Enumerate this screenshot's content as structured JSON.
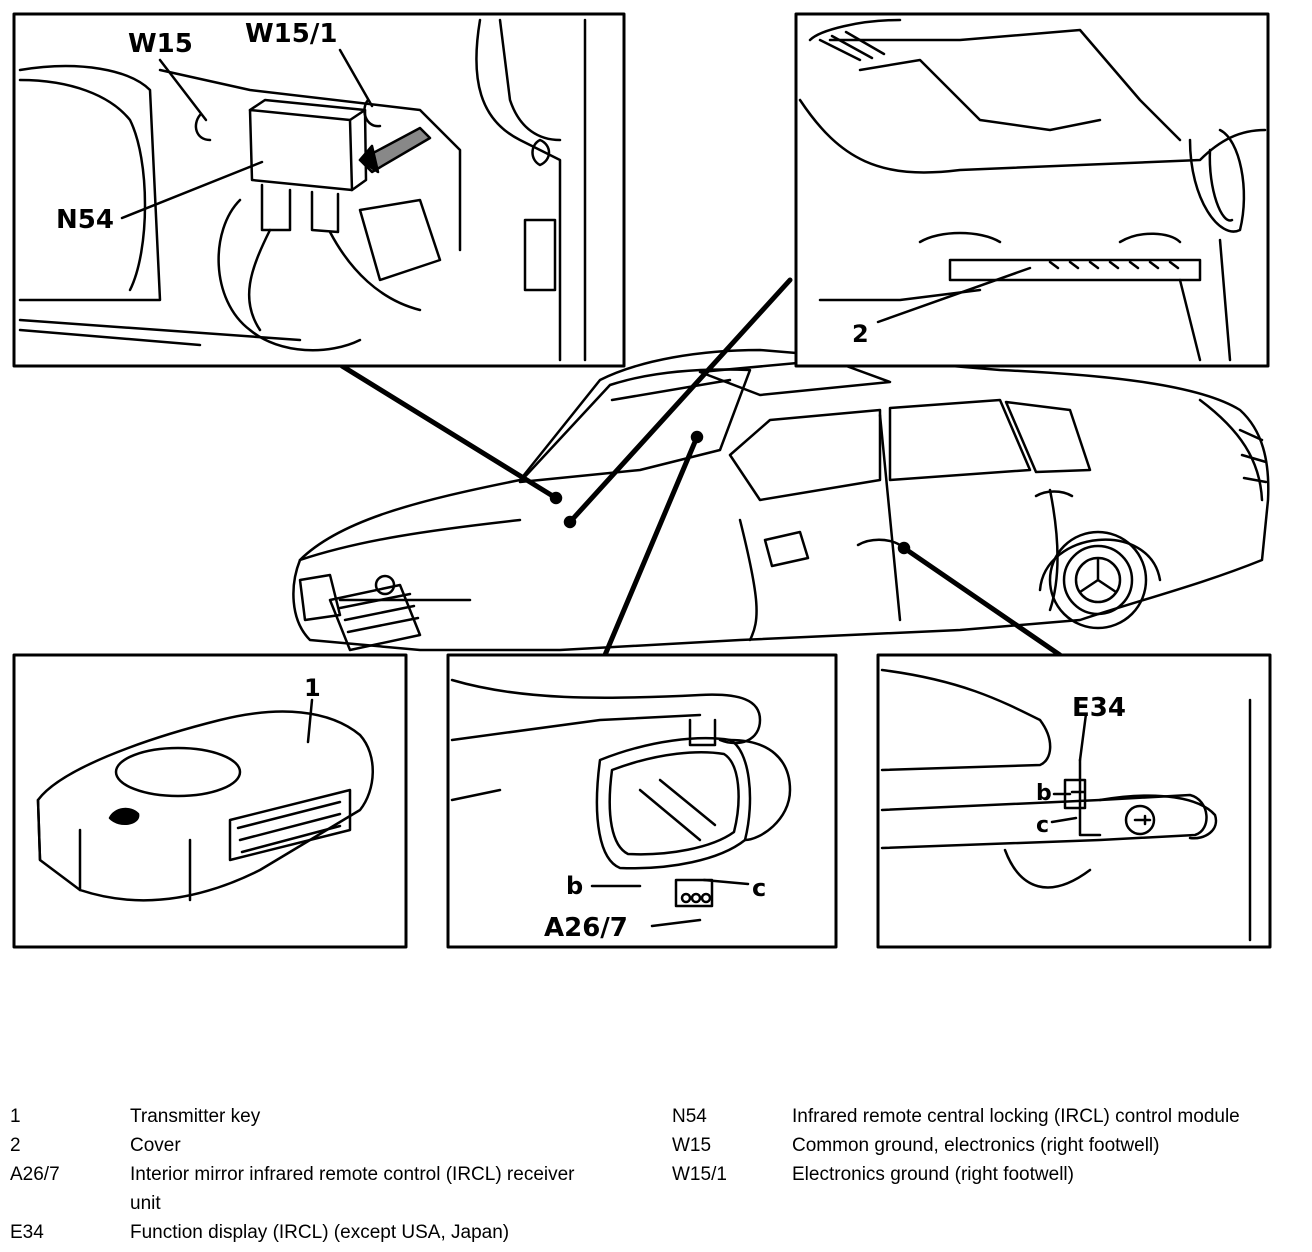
{
  "callouts": {
    "w15": "W15",
    "w15_1": "W15/1",
    "n54": "N54",
    "cover": "2",
    "key": "1",
    "e34": "E34",
    "a26_7": "A26/7",
    "b": "b",
    "c": "c"
  },
  "legend": {
    "left": [
      {
        "code": "1",
        "desc": "Transmitter key"
      },
      {
        "code": "2",
        "desc": "Cover"
      },
      {
        "code": "A26/7",
        "desc": "Interior mirror infrared remote control (IRCL) receiver unit"
      },
      {
        "code": "E34",
        "desc": "Function display (IRCL) (except USA, Japan)"
      }
    ],
    "right": [
      {
        "code": "N54",
        "desc": "Infrared remote central locking (IRCL) control module"
      },
      {
        "code": "W15",
        "desc": "Common ground, electronics (right footwell)"
      },
      {
        "code": "W15/1",
        "desc": "Electronics ground (right footwell)"
      }
    ]
  }
}
